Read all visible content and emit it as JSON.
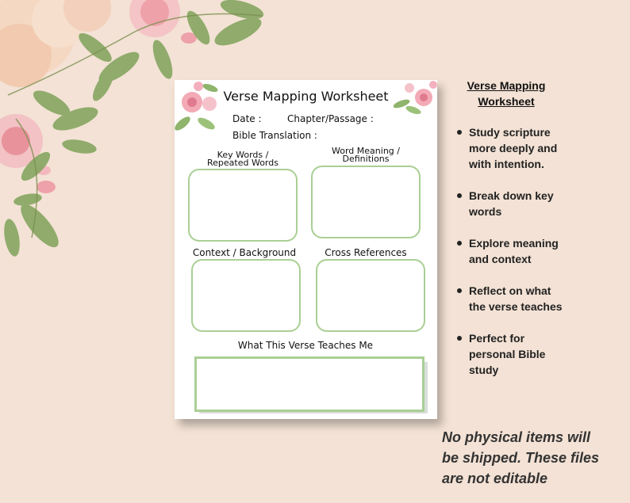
{
  "worksheet": {
    "title": "Verse Mapping Worksheet",
    "date_label": "Date :",
    "chapter_label": "Chapter/Passage :",
    "translation_label": "Bible Translation :",
    "key_words_label_1": "Key Words /",
    "key_words_label_2": "Repeated Words",
    "word_meaning_label_1": "Word Meaning /",
    "word_meaning_label_2": "Definitions",
    "context_label": "Context / Background",
    "cross_ref_label": "Cross References",
    "teaches_label": "What This Verse Teaches Me"
  },
  "sidebar": {
    "title_line1": "Verse Mapping",
    "title_line2": "Worksheet",
    "bullets": [
      {
        "lines": [
          "Study scripture",
          "more deeply and",
          "with intention."
        ]
      },
      {
        "lines": [
          "Break down key",
          "words"
        ]
      },
      {
        "lines": [
          "Explore meaning",
          "and context"
        ]
      },
      {
        "lines": [
          "Reflect on what",
          "the verse teaches"
        ]
      },
      {
        "lines": [
          "Perfect for",
          "personal Bible",
          "study"
        ]
      }
    ]
  },
  "notice": {
    "line1": "No physical items will",
    "line2": "be shipped. These files",
    "line3": "are not editable"
  },
  "colors": {
    "background": "#f3e2d5",
    "box_border": "#a9cf94",
    "rose": "#f2b9bf",
    "leaf": "#7fa35a"
  },
  "icons": {
    "corner_art": "watercolor-floral-corner",
    "paper_art": "floral-accent"
  }
}
